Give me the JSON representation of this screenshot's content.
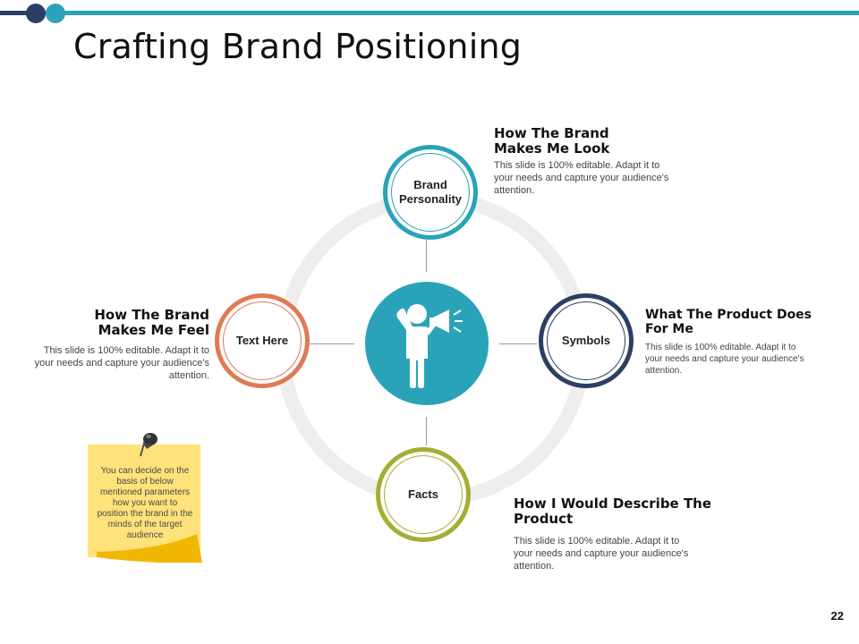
{
  "title": "Crafting Brand Positioning",
  "page_number": "22",
  "colors": {
    "teal": "#2aa3b8",
    "navy": "#2a3f63",
    "orange": "#e07a55",
    "olive": "#a5ad32",
    "note_yellow": "#ffe27a"
  },
  "center_icon": "person-with-megaphone-icon",
  "nodes": {
    "top": {
      "label": "Brand Personality"
    },
    "left": {
      "label": "Text Here"
    },
    "right": {
      "label": "Symbols"
    },
    "bottom": {
      "label": "Facts"
    }
  },
  "blocks": {
    "top": {
      "heading": "How The Brand Makes Me Look",
      "text": "This slide is 100% editable. Adapt it to your needs and capture your audience's attention."
    },
    "left": {
      "heading": "How The Brand Makes Me Feel",
      "text": "This slide is 100% editable. Adapt it to your needs and capture your audience's attention."
    },
    "right": {
      "heading": "What The Product Does For Me",
      "text": "This slide is 100% editable.  Adapt it to your needs and capture your audience's attention."
    },
    "bottom": {
      "heading": "How I Would Describe The Product",
      "text": "This slide is 100% editable. Adapt it to your needs and capture your audience's attention."
    }
  },
  "sticky_note": {
    "text": "You can decide on the basis of below mentioned parameters how you want to position  the brand in the minds of the target audience"
  }
}
